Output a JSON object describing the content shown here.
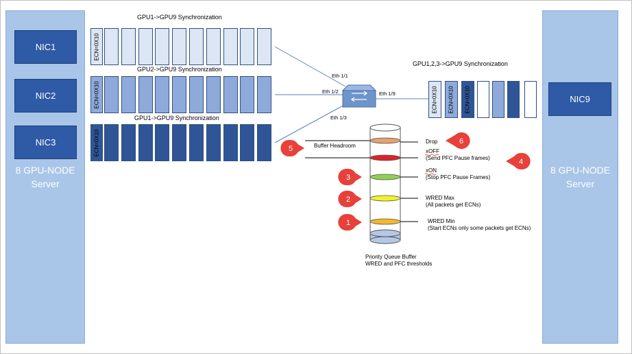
{
  "left_server": {
    "label_line1": "8 GPU-NODE",
    "label_line2": "Server",
    "nics": [
      "NIC1",
      "NIC2",
      "NIC3"
    ]
  },
  "right_server": {
    "label_line1": "8 GPU-NODE",
    "label_line2": "Server",
    "nic": "NIC9"
  },
  "flows": [
    {
      "title": "GPU1->GPU9 Synchronization",
      "ecn": "ECN=0X10",
      "color": "#dce6f4"
    },
    {
      "title": "GPU2->GPU9 Synchronization",
      "ecn": "ECN=0X10",
      "color": "#8eaadb"
    },
    {
      "title": "GPU1->GPU9 Synchronization",
      "ecn": "ECN=0X10",
      "color": "#2f5597"
    }
  ],
  "egress": {
    "title": "GPU1,2,3->GPU9 Synchronization",
    "ecn": "ECN=0X10"
  },
  "switch_ports": [
    "Eth 1/1",
    "Eth 1/2",
    "Eth 1/3",
    "Eth 1/9"
  ],
  "buffer": {
    "caption_line1": "Priority Queue Buffer",
    "caption_line2": "WRED and PFC thresholds",
    "headroom_label": "Buffer Headroom"
  },
  "thresholds": {
    "drop": "Drop",
    "xoff_line1": "xOFF",
    "xoff_line2": "(Send PFC Pause frames)",
    "xon_line1": "xON",
    "xon_line2": "(Stop PFC Pause Frames)",
    "wred_max_line1": "WRED Max",
    "wred_max_line2": "(All packets get  ECNs)",
    "wred_min_line1": "WRED Min",
    "wred_min_line2": "(Start ECNs only some packets get ECNs)"
  },
  "badges": [
    "1",
    "2",
    "3",
    "4",
    "5",
    "6"
  ],
  "colors": {
    "server": "#a9c5e8",
    "nic": "#2e5aa6",
    "badge": "#e8403a",
    "drop": "#e8a070",
    "xoff": "#d9242a",
    "xon": "#8fd14f",
    "wred_max": "#f2f22a",
    "wred_min": "#f5b82e"
  }
}
